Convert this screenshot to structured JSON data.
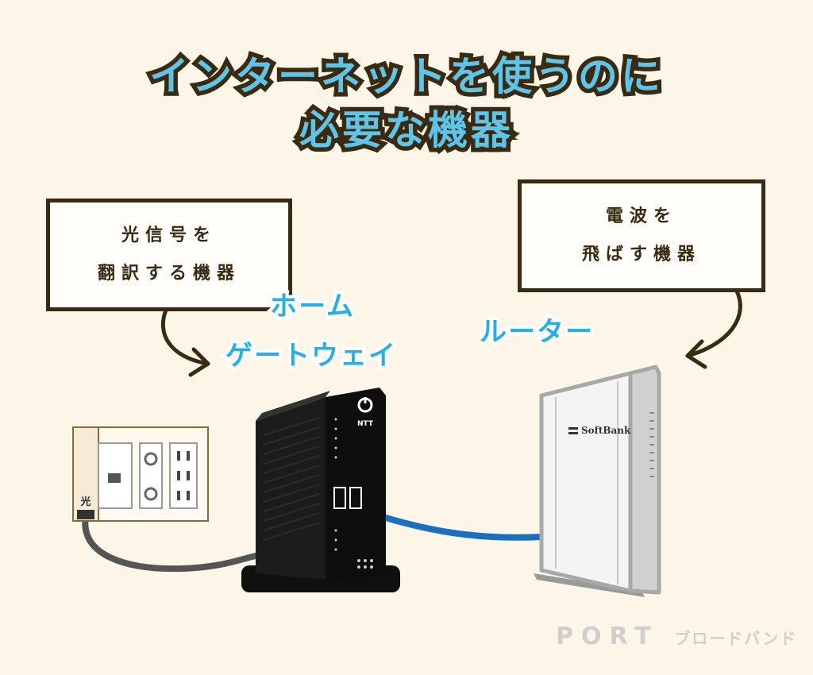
{
  "title": {
    "line1": "インターネットを使うのに",
    "line2": "必要な機器"
  },
  "callout_left": {
    "line1": "光信号を",
    "line2": "翻訳する機器"
  },
  "callout_right": {
    "line1": "電波を",
    "line2": "飛ばす機器"
  },
  "labels": {
    "home_gateway_line1": "ホーム",
    "home_gateway_line2": "ゲートウェイ",
    "router": "ルーター"
  },
  "devices": {
    "wall_outlet_label": "光",
    "gateway_brand": "NTT",
    "router_brand": "SoftBank"
  },
  "footer": {
    "brand": "PORT",
    "sub": "ブロードバンド"
  },
  "colors": {
    "background": "#fbf6e8",
    "title_fill": "#5fc4e8",
    "outline_dark": "#3b2a12",
    "label_blue": "#27aee3",
    "lan_cable": "#1a6fc0",
    "fiber_cable": "#555555"
  }
}
